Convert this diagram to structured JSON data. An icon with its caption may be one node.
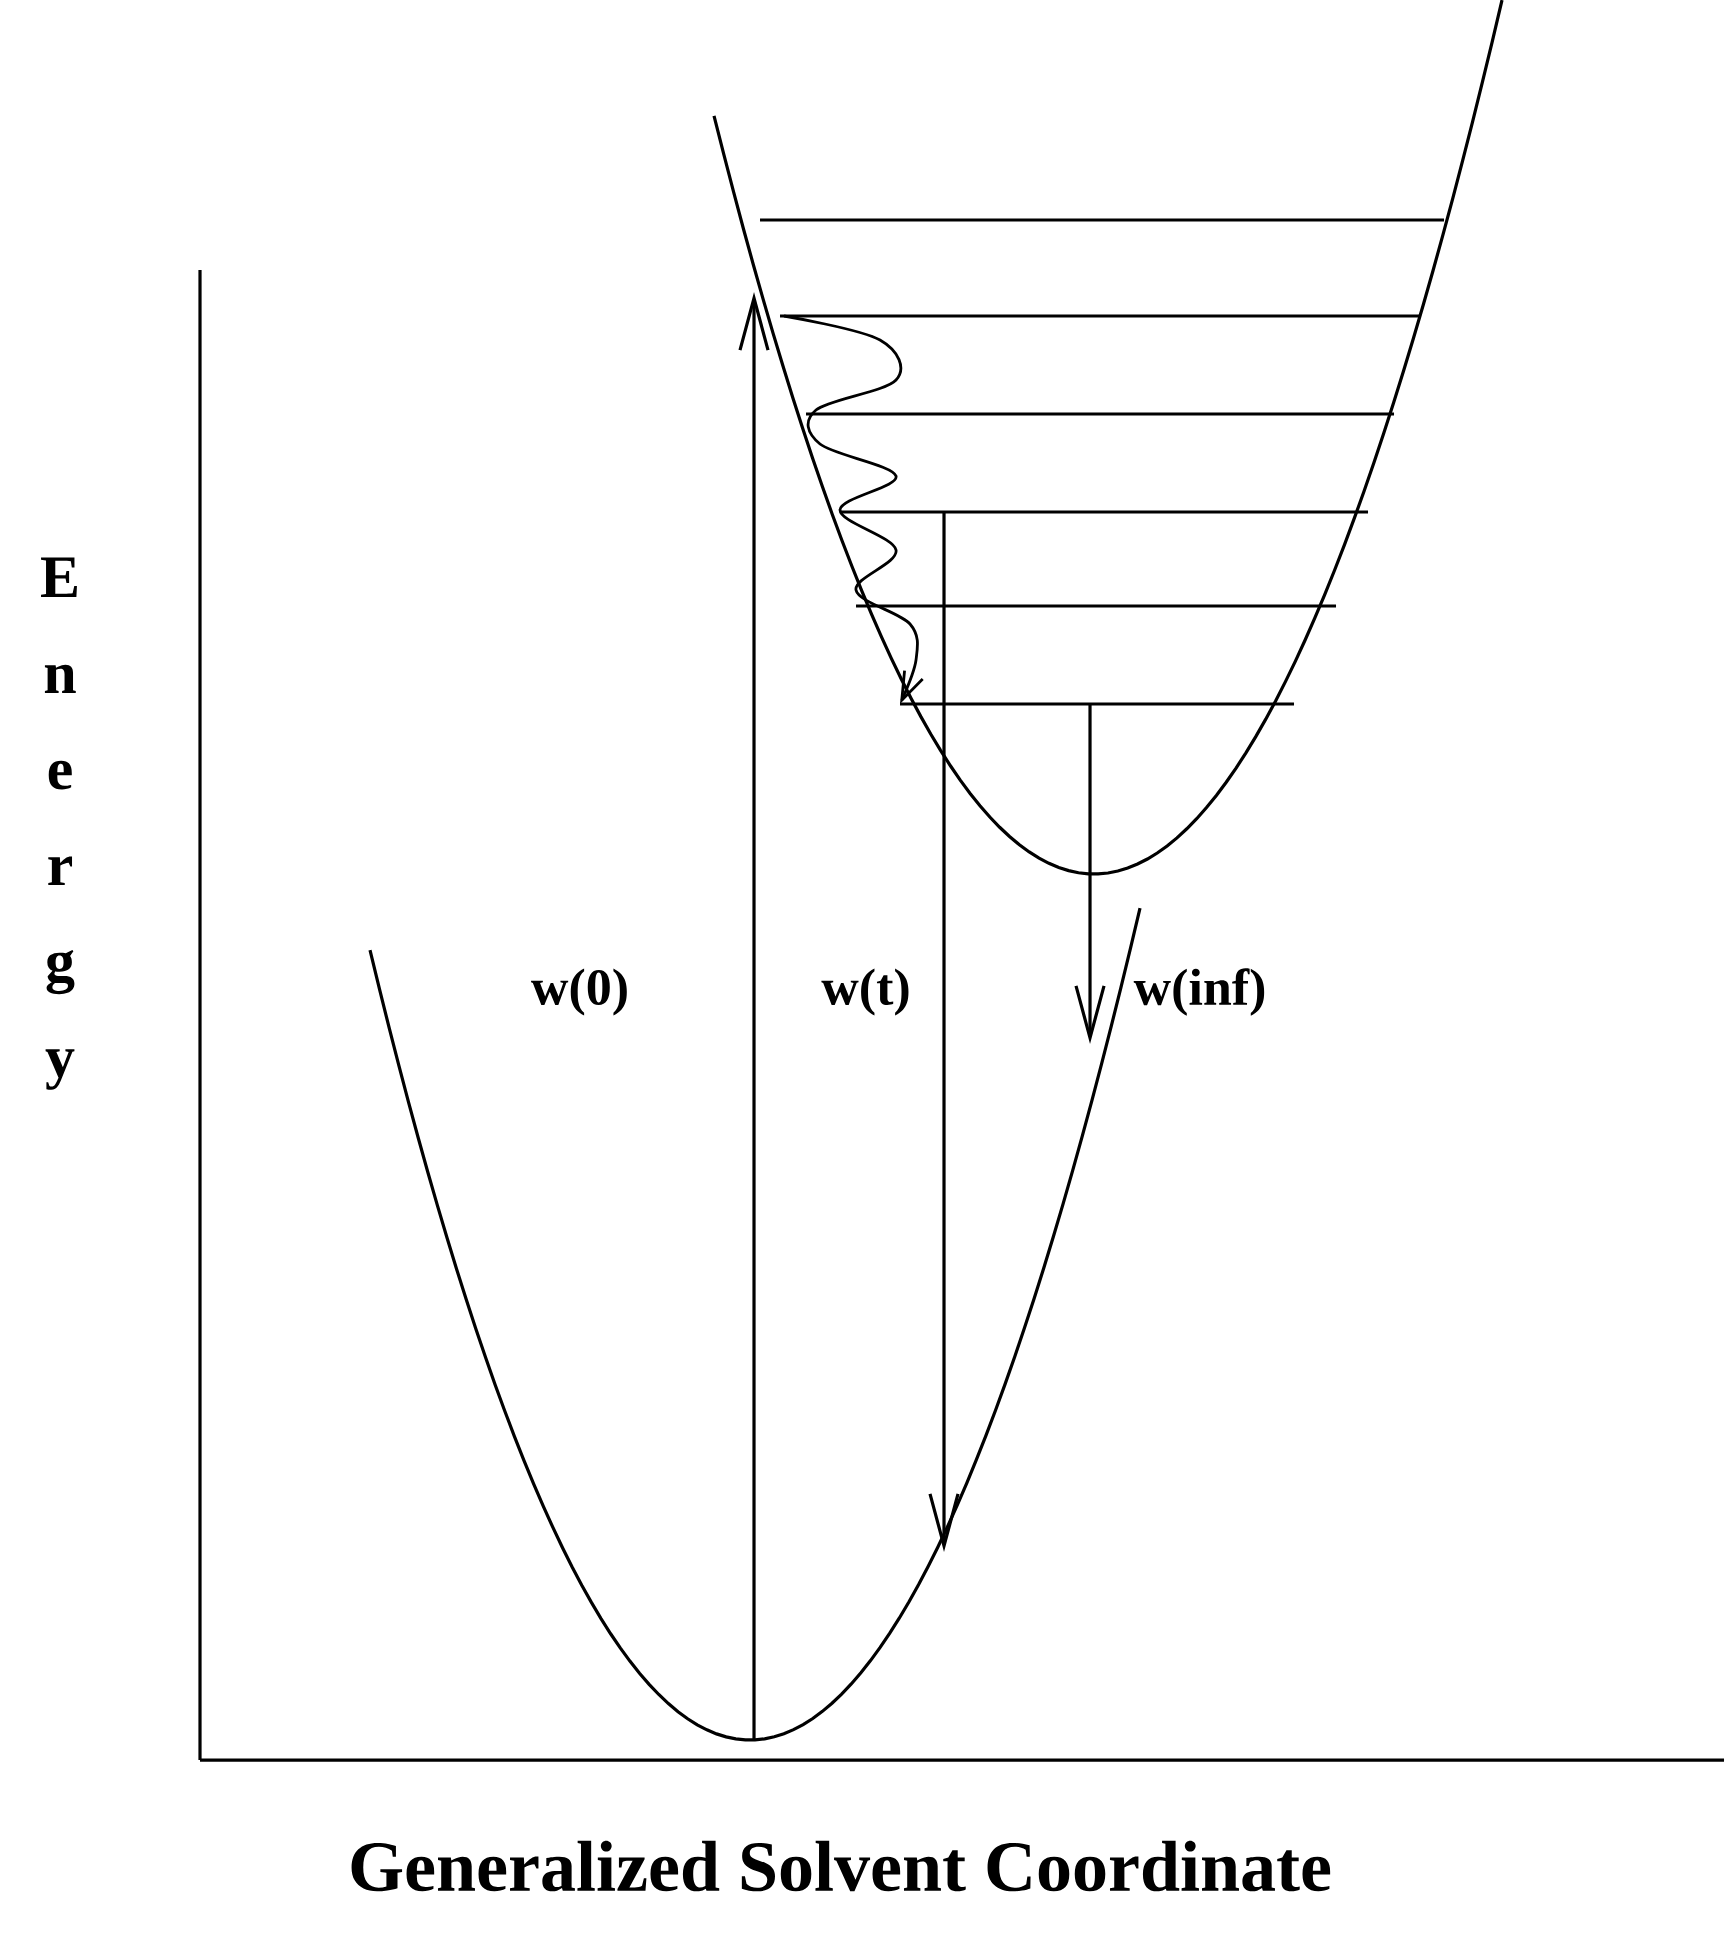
{
  "diagram": {
    "labels": [
      "Energy",
      "w(0)",
      "w(t)",
      "w(inf)",
      "Generalized Solvent Coordinate"
    ]
  }
}
